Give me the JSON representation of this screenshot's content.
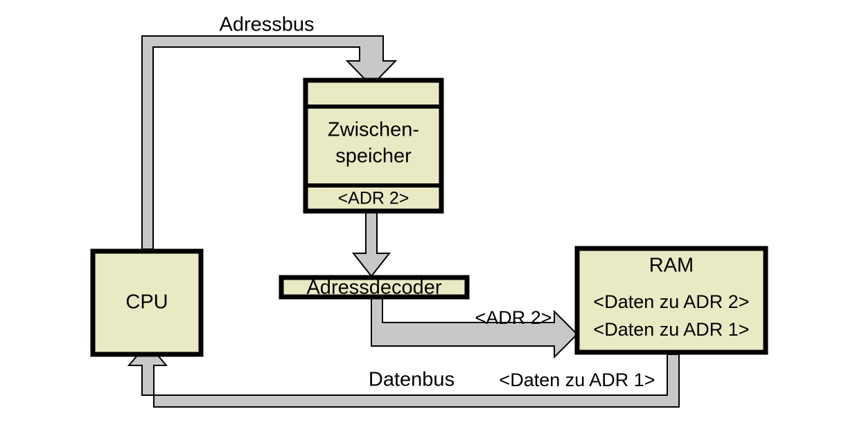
{
  "diagram": {
    "title": "Speicherzugriff Adressbus Datenbus",
    "colors": {
      "box_fill": "#e9e9c4",
      "box_border": "#000000",
      "bus_fill": "#c8c8c8",
      "bus_border": "#000000",
      "background": "#ffffff",
      "text": "#000000"
    },
    "buses": [
      {
        "id": "adressbus",
        "label": "Adressbus",
        "from": "CPU",
        "to": "Zwischenspeicher",
        "direction": "up-right-down"
      },
      {
        "id": "datenbus",
        "label": "Datenbus",
        "annotation": "<Daten zu ADR 1>",
        "from": "RAM",
        "to": "CPU",
        "direction": "down-left-up"
      },
      {
        "id": "adr2-bus",
        "label": "<ADR 2>",
        "from": "Adressdecoder",
        "to": "RAM",
        "direction": "down-right"
      },
      {
        "id": "zwischenspeicher-to-decoder",
        "label": "",
        "from": "Zwischenspeicher",
        "to": "Adressdecoder",
        "direction": "down"
      }
    ],
    "nodes": {
      "cpu": {
        "label": "CPU"
      },
      "zwischenspeicher": {
        "rows": [
          "",
          "Zwischen-",
          "speicher",
          "<ADR 2>"
        ],
        "line1": "Zwischen-",
        "line2": "speicher",
        "footer": "<ADR 2>"
      },
      "adressdecoder": {
        "label": "Adressdecoder"
      },
      "ram": {
        "title": "RAM",
        "line1": "<Daten zu ADR 2>",
        "line2": "<Daten zu ADR 1>"
      }
    }
  }
}
